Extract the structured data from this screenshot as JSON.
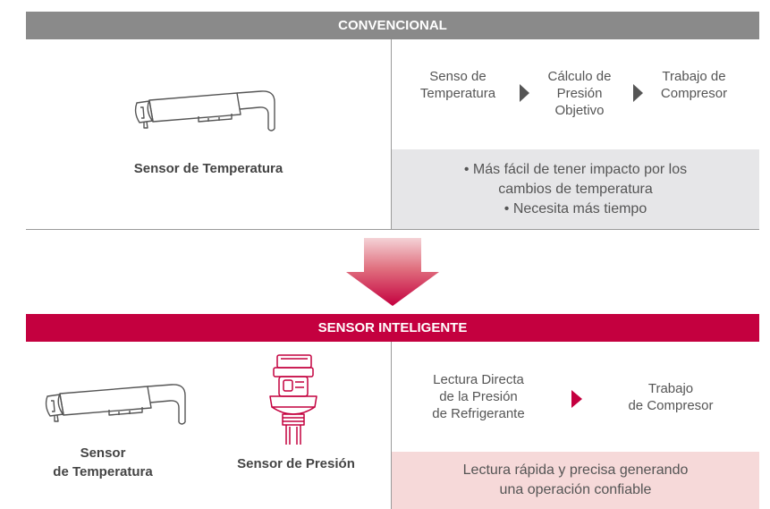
{
  "conventional": {
    "banner": "CONVENCIONAL",
    "sensor_caption": "Sensor de Temperatura",
    "steps": [
      {
        "lines": [
          "Senso de",
          "Temperatura"
        ]
      },
      {
        "lines": [
          "Cálculo de",
          "Presión",
          "Objetivo"
        ]
      },
      {
        "lines": [
          "Trabajo de",
          "Compresor"
        ]
      }
    ],
    "notes": [
      "• Más fácil de tener impacto por los",
      "cambios de temperatura",
      "• Necesita más tiempo"
    ]
  },
  "smart": {
    "banner": "SENSOR INTELIGENTE",
    "temp_caption": [
      "Sensor",
      "de Temperatura"
    ],
    "pressure_caption": "Sensor de Presión",
    "steps": [
      {
        "lines": [
          "Lectura Directa",
          "de la Presión",
          "de Refrigerante"
        ]
      },
      {
        "lines": [
          "Trabajo",
          "de Compresor"
        ]
      }
    ],
    "notes": [
      "Lectura rápida y precisa generando",
      "una operación confiable"
    ]
  },
  "colors": {
    "conventional_banner": "#8a8a8a",
    "smart_banner": "#c4003f",
    "conventional_note_bg": "#e6e6e8",
    "smart_note_bg": "#f6d9d9",
    "arrow_gray": "#555555",
    "arrow_red": "#c4003f"
  },
  "icons": {
    "temperature_sensor": "temperature-sensor-icon",
    "pressure_sensor": "pressure-sensor-icon",
    "transition_arrow": "down-arrow-icon"
  }
}
